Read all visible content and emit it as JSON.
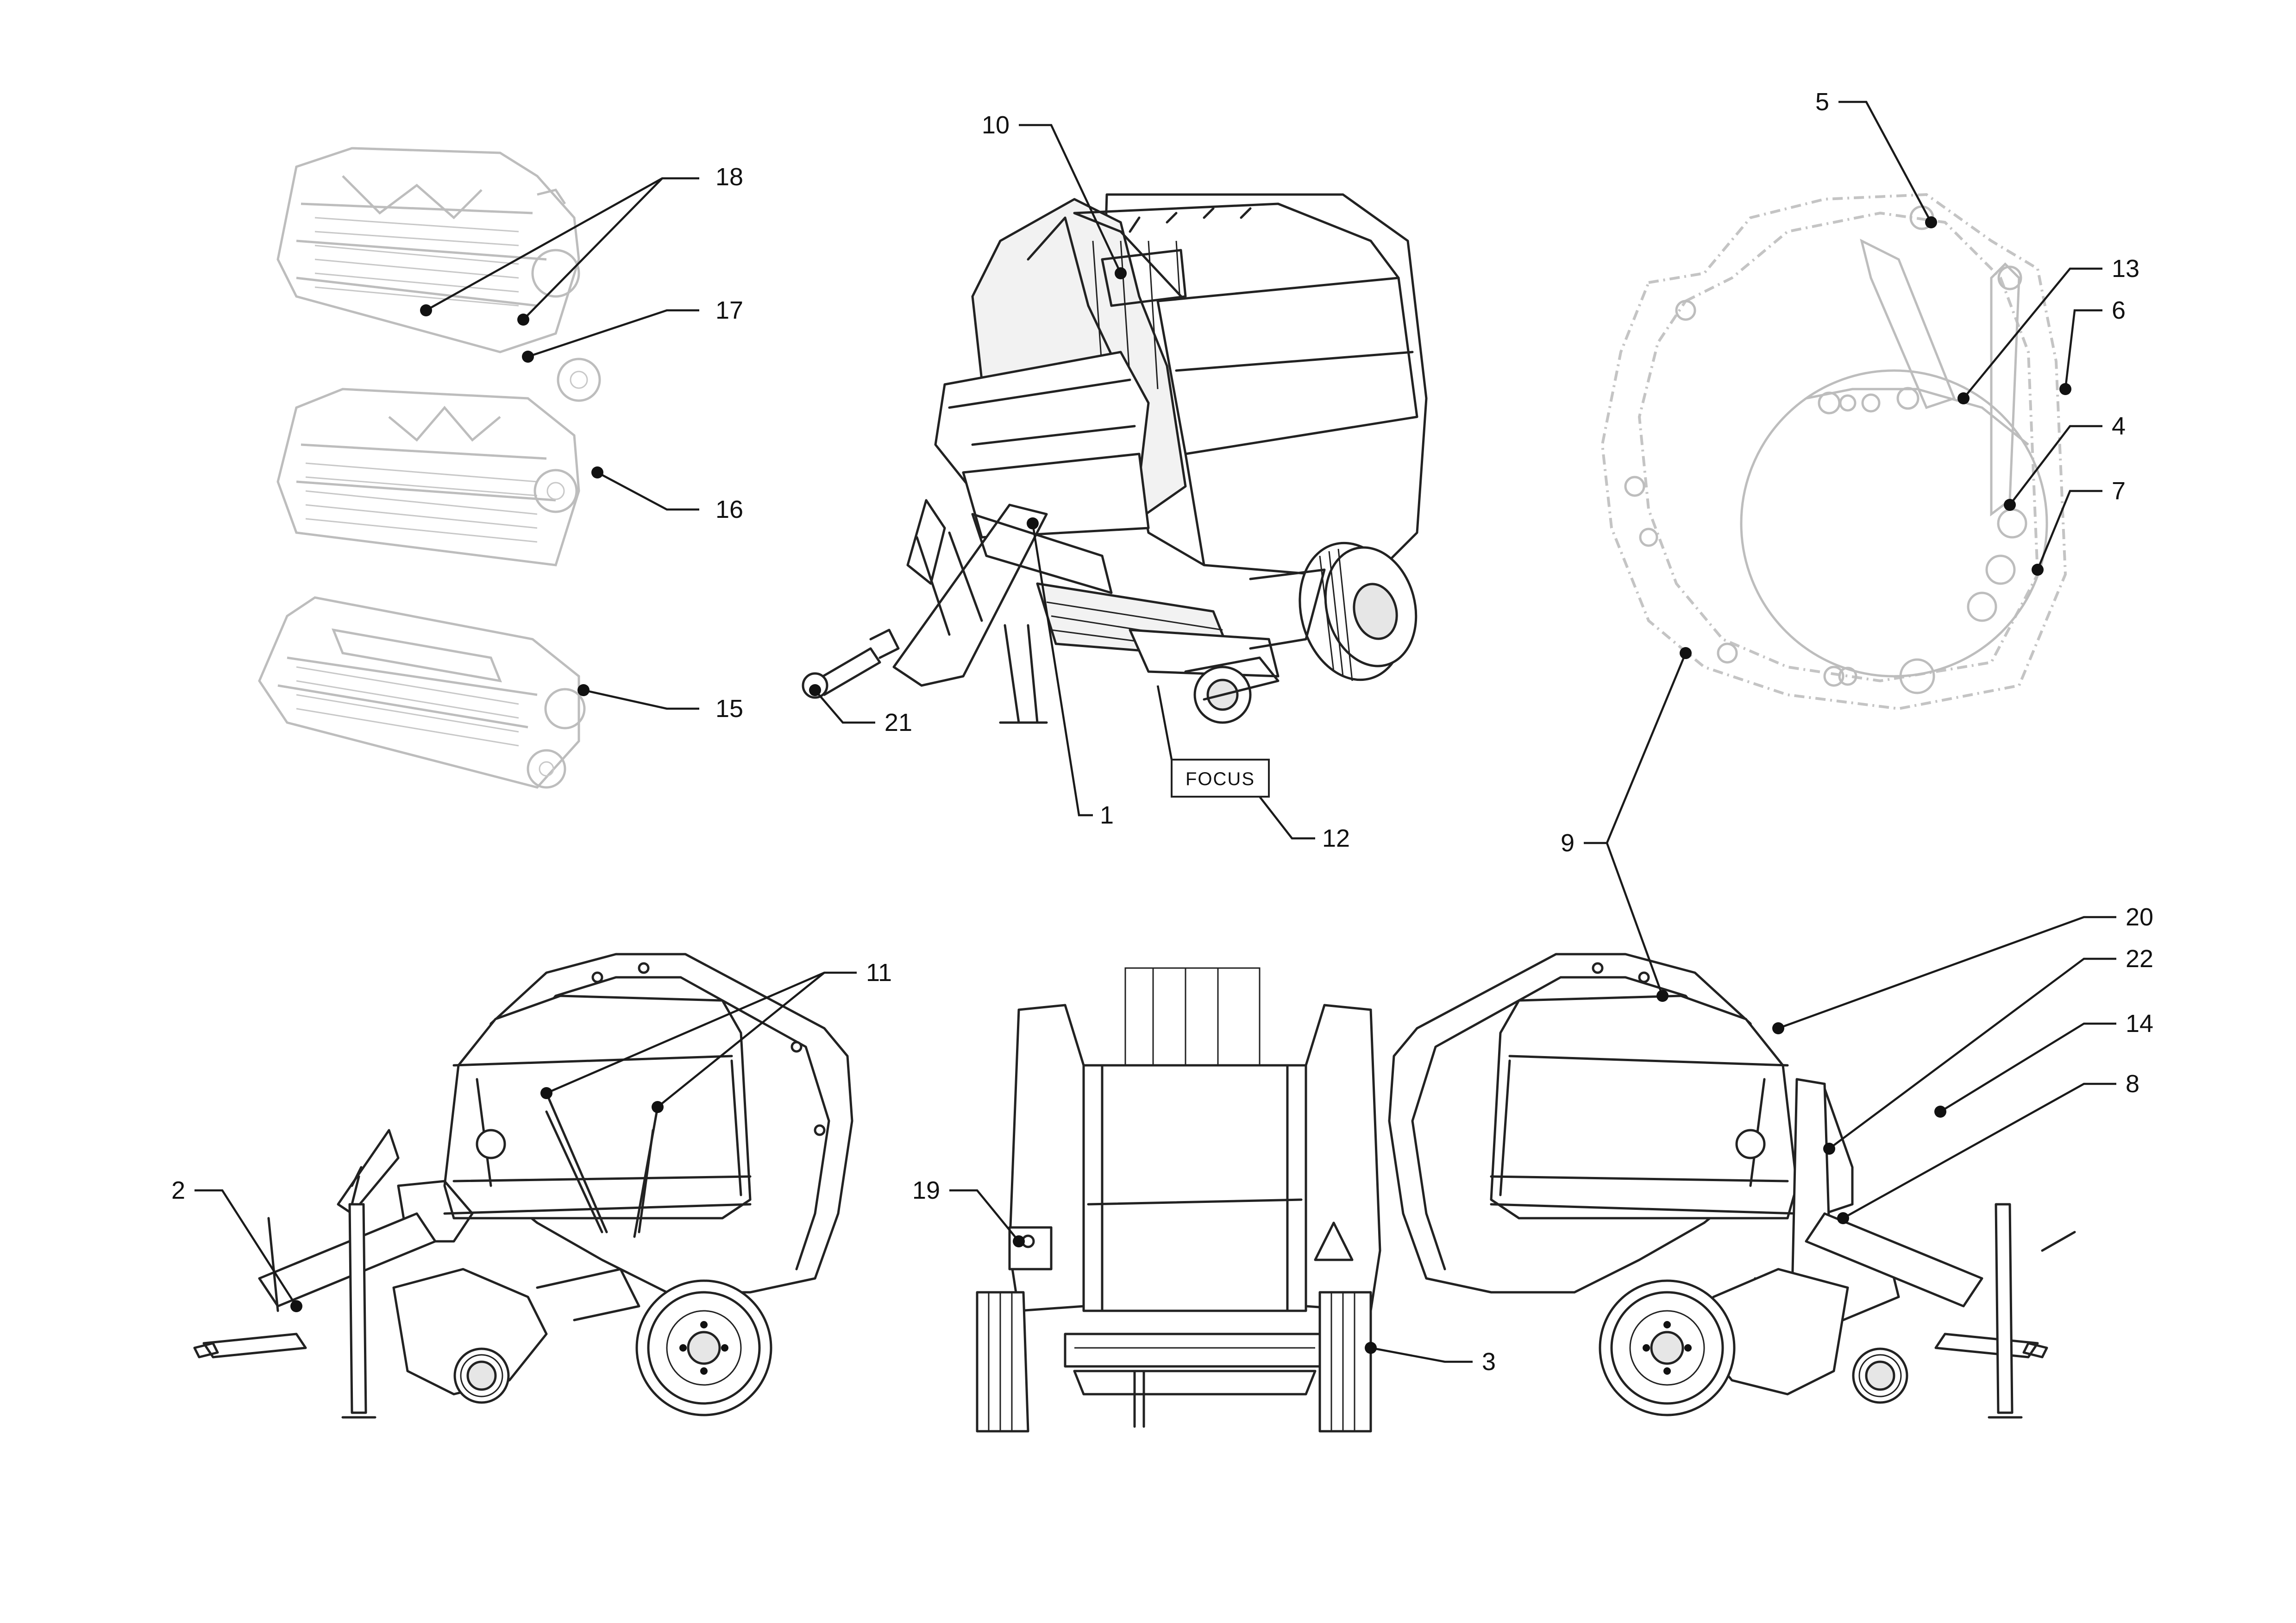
{
  "colors": {
    "line": "#222222",
    "ghost": "#bdbdbd",
    "background": "#ffffff"
  },
  "label_plate": {
    "text": "FOCUS"
  },
  "callouts": {
    "c1": "1",
    "c2": "2",
    "c3": "3",
    "c4": "4",
    "c5": "5",
    "c6": "6",
    "c7": "7",
    "c8": "8",
    "c9": "9",
    "c10": "10",
    "c11": "11",
    "c12": "12",
    "c13": "13",
    "c14": "14",
    "c15": "15",
    "c16": "16",
    "c17": "17",
    "c18": "18",
    "c19": "19",
    "c20": "20",
    "c21": "21",
    "c22": "22"
  }
}
